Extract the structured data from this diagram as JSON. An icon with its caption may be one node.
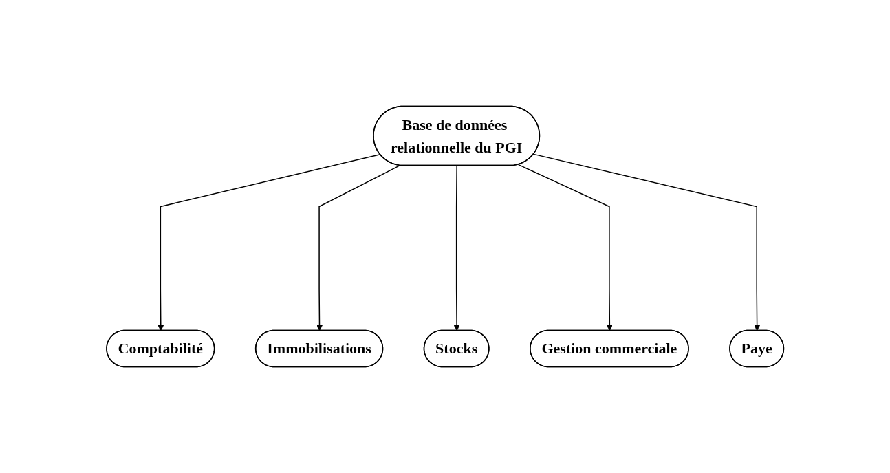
{
  "diagram": {
    "nodes": [
      {
        "text": [
          "Comptabilité"
        ]
      },
      {
        "text": [
          "Immobilisations"
        ]
      },
      {
        "text": [
          "Base de données relationnelle du PGI"
        ]
      },
      {
        "text": [
          "Stocks"
        ]
      },
      {
        "text": [
          "Paye"
        ]
      },
      {
        "text": [
          "Gestion commerciale"
        ]
      }
    ],
    "edges": [
      {
        "from": 2,
        "to": 0,
        "arrow": "to"
      },
      {
        "from": 2,
        "to": 1,
        "arrow": "to"
      },
      {
        "from": 2,
        "to": 3,
        "arrow": "to"
      },
      {
        "from": 2,
        "to": 5,
        "arrow": "to"
      },
      {
        "from": 2,
        "to": 4,
        "arrow": "to"
      }
    ]
  }
}
